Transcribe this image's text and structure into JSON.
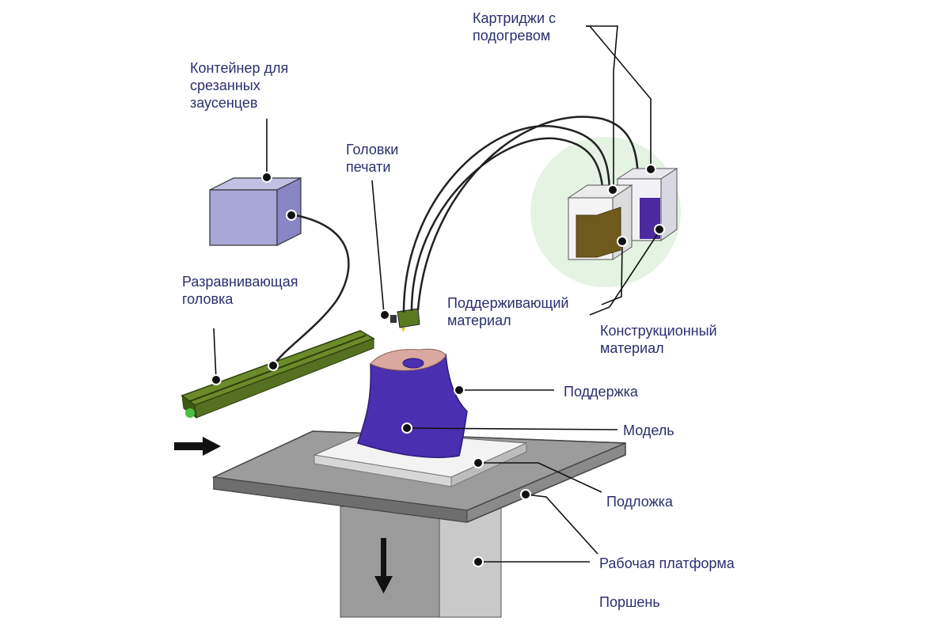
{
  "labels": {
    "cartridges": "Картриджи с\nподогревом",
    "burr_container": "Контейнер для\nсрезанных\nзаусенцев",
    "print_heads": "Головки\nпечати",
    "leveling_head": "Разравнивающая\nголовка",
    "support_material": "Поддерживающий\nматериал",
    "build_material": "Конструкционный\nматериал",
    "support": "Поддержка",
    "model": "Модель",
    "substrate": "Подложка",
    "work_platform": "Рабочая платформа",
    "piston": "Поршень"
  },
  "colors": {
    "label_text": "#2a2f6e",
    "model_blue": "#4a2fb0",
    "model_top": "#d9a9a0",
    "leveler_green": "#6b8a2a",
    "cube_lilac": "#a9a6d8",
    "cartridge_olive": "#6f5a1e",
    "cartridge_purple": "#4b2aa0",
    "glow_green": "#e4f3e2",
    "platform_gray": "#8e8e8e",
    "piston_gray": "#b8b8b8"
  }
}
